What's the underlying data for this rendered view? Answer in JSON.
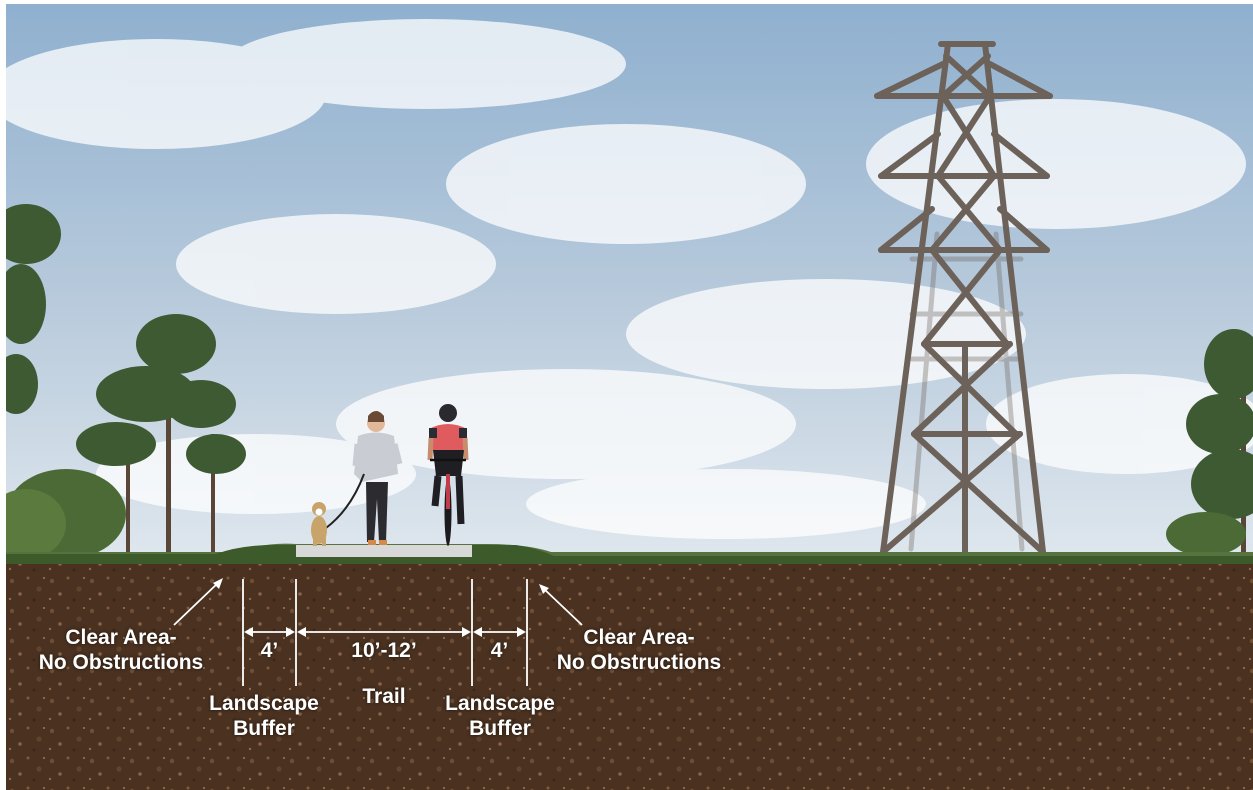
{
  "labels": {
    "clear_area_left": {
      "line1": "Clear Area-",
      "line2": "No Obstructions"
    },
    "clear_area_right": {
      "line1": "Clear Area-",
      "line2": "No Obstructions"
    },
    "buffer_left_width": "4’",
    "trail_width": "10’-12’",
    "buffer_right_width": "4’",
    "landscape_buffer_left": {
      "line1": "Landscape",
      "line2": "Buffer"
    },
    "trail": "Trail",
    "landscape_buffer_right": {
      "line1": "Landscape",
      "line2": "Buffer"
    }
  },
  "colors": {
    "sky_top": "#8fb0cf",
    "sky_bottom": "#dfe7ee",
    "soil": "#4a3120",
    "grass": "#3d5a2a",
    "trail_surface": "#d8d8d8",
    "tower": "#6d625a",
    "label_text": "#ffffff"
  },
  "icons": {
    "tower": "transmission-tower-icon",
    "cyclist": "cyclist-icon",
    "runner": "runner-icon",
    "dog": "dog-icon"
  }
}
